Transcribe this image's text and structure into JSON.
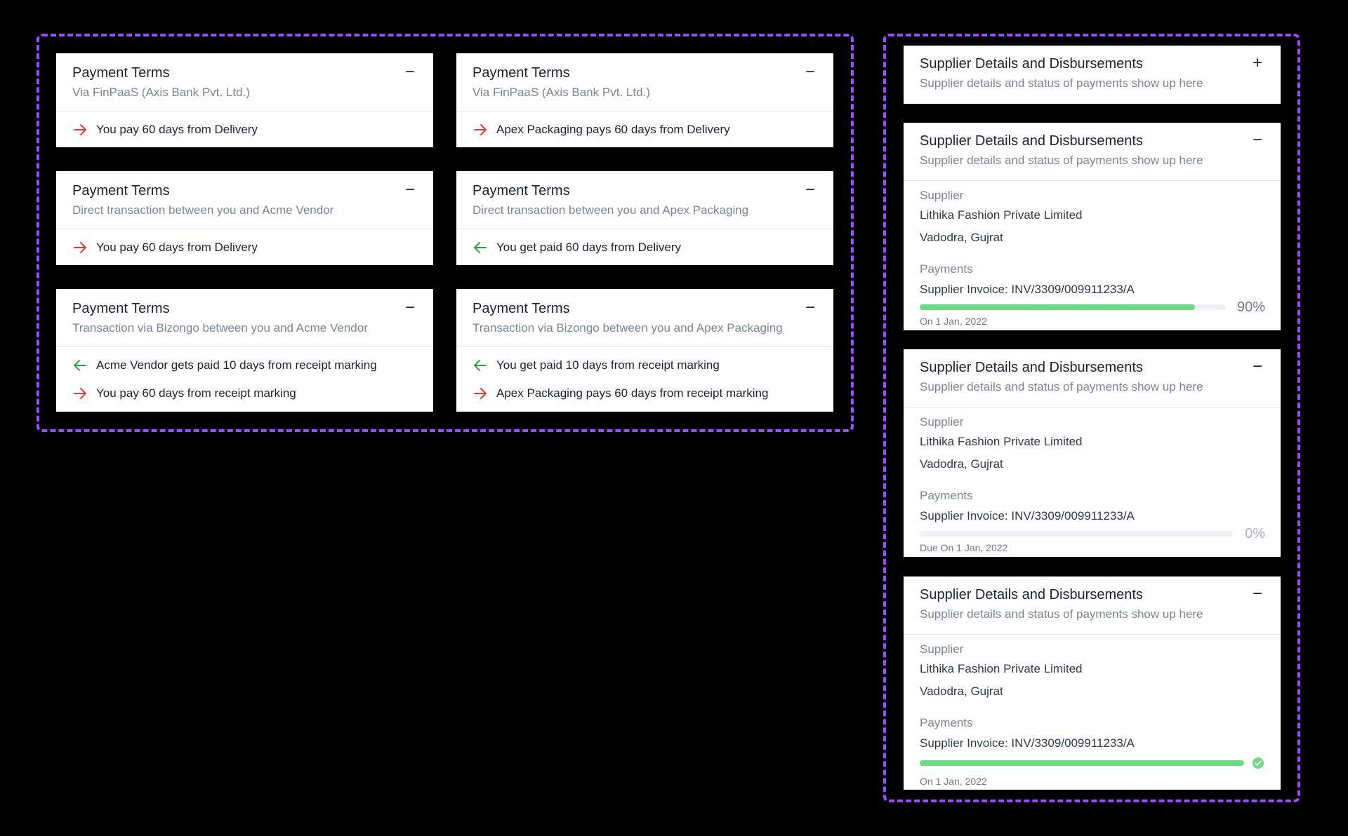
{
  "colors": {
    "group_border": "#9b4dff",
    "arrow_out": "#e03b3b",
    "arrow_in": "#2ea043",
    "progress_fill": "#6bd985",
    "progress_track": "#eef0f4"
  },
  "payment_terms": [
    {
      "title": "Payment Terms",
      "subtitle": "Via FinPaaS (Axis Bank Pvt. Ltd.)",
      "toggle": "−",
      "rows": [
        {
          "direction": "out",
          "icon": "arrow-right-icon",
          "text": "You pay 60 days from Delivery"
        }
      ]
    },
    {
      "title": "Payment Terms",
      "subtitle": "Via FinPaaS (Axis Bank Pvt. Ltd.)",
      "toggle": "−",
      "rows": [
        {
          "direction": "out",
          "icon": "arrow-right-icon",
          "text": "Apex Packaging pays 60 days from Delivery"
        }
      ]
    },
    {
      "title": "Payment Terms",
      "subtitle": "Direct transaction between you and Acme Vendor",
      "toggle": "−",
      "rows": [
        {
          "direction": "out",
          "icon": "arrow-right-icon",
          "text": "You pay 60 days from Delivery"
        }
      ]
    },
    {
      "title": "Payment Terms",
      "subtitle": "Direct transaction between you and Apex Packaging",
      "toggle": "−",
      "rows": [
        {
          "direction": "in",
          "icon": "arrow-left-icon",
          "text": "You get paid 60 days from Delivery"
        }
      ]
    },
    {
      "title": "Payment Terms",
      "subtitle": "Transaction via Bizongo between you and Acme Vendor",
      "toggle": "−",
      "rows": [
        {
          "direction": "in",
          "icon": "arrow-left-icon",
          "text": "Acme Vendor gets paid 10 days from receipt marking"
        },
        {
          "direction": "out",
          "icon": "arrow-right-icon",
          "text": "You pay 60 days from receipt marking"
        }
      ]
    },
    {
      "title": "Payment Terms",
      "subtitle": "Transaction via Bizongo between you and Apex Packaging",
      "toggle": "−",
      "rows": [
        {
          "direction": "in",
          "icon": "arrow-left-icon",
          "text": "You get paid 10 days from receipt marking"
        },
        {
          "direction": "out",
          "icon": "arrow-right-icon",
          "text": "Apex Packaging pays 60 days from receipt marking"
        }
      ]
    }
  ],
  "supplier_cards": [
    {
      "title": "Supplier Details and Disbursements",
      "subtitle": "Supplier details and status of payments show up here",
      "toggle": "+",
      "expanded": false
    },
    {
      "title": "Supplier Details and Disbursements",
      "subtitle": "Supplier details and status of payments show up here",
      "toggle": "−",
      "expanded": true,
      "supplier_label": "Supplier",
      "supplier_name": "Lithika Fashion Private Limited",
      "supplier_location": "Vadodra, Gujrat",
      "payments_label": "Payments",
      "invoice": "Supplier Invoice: INV/3309/009911233/A",
      "progress": 0.9,
      "progress_label": "90%",
      "date": "On 1 Jan, 2022",
      "completed": false
    },
    {
      "title": "Supplier Details and Disbursements",
      "subtitle": "Supplier details and status of payments show up here",
      "toggle": "−",
      "expanded": true,
      "supplier_label": "Supplier",
      "supplier_name": "Lithika Fashion Private Limited",
      "supplier_location": "Vadodra, Gujrat",
      "payments_label": "Payments",
      "invoice": "Supplier Invoice: INV/3309/009911233/A",
      "progress": 0,
      "progress_label": "0%",
      "date": "Due On 1 Jan, 2022",
      "completed": false
    },
    {
      "title": "Supplier Details and Disbursements",
      "subtitle": "Supplier details and status of payments show up here",
      "toggle": "−",
      "expanded": true,
      "supplier_label": "Supplier",
      "supplier_name": "Lithika Fashion Private Limited",
      "supplier_location": "Vadodra, Gujrat",
      "payments_label": "Payments",
      "invoice": "Supplier Invoice: INV/3309/009911233/A",
      "progress": 1,
      "progress_label": "",
      "status_icon": "check-circle-icon",
      "date": "On 1 Jan, 2022",
      "completed": true
    }
  ]
}
